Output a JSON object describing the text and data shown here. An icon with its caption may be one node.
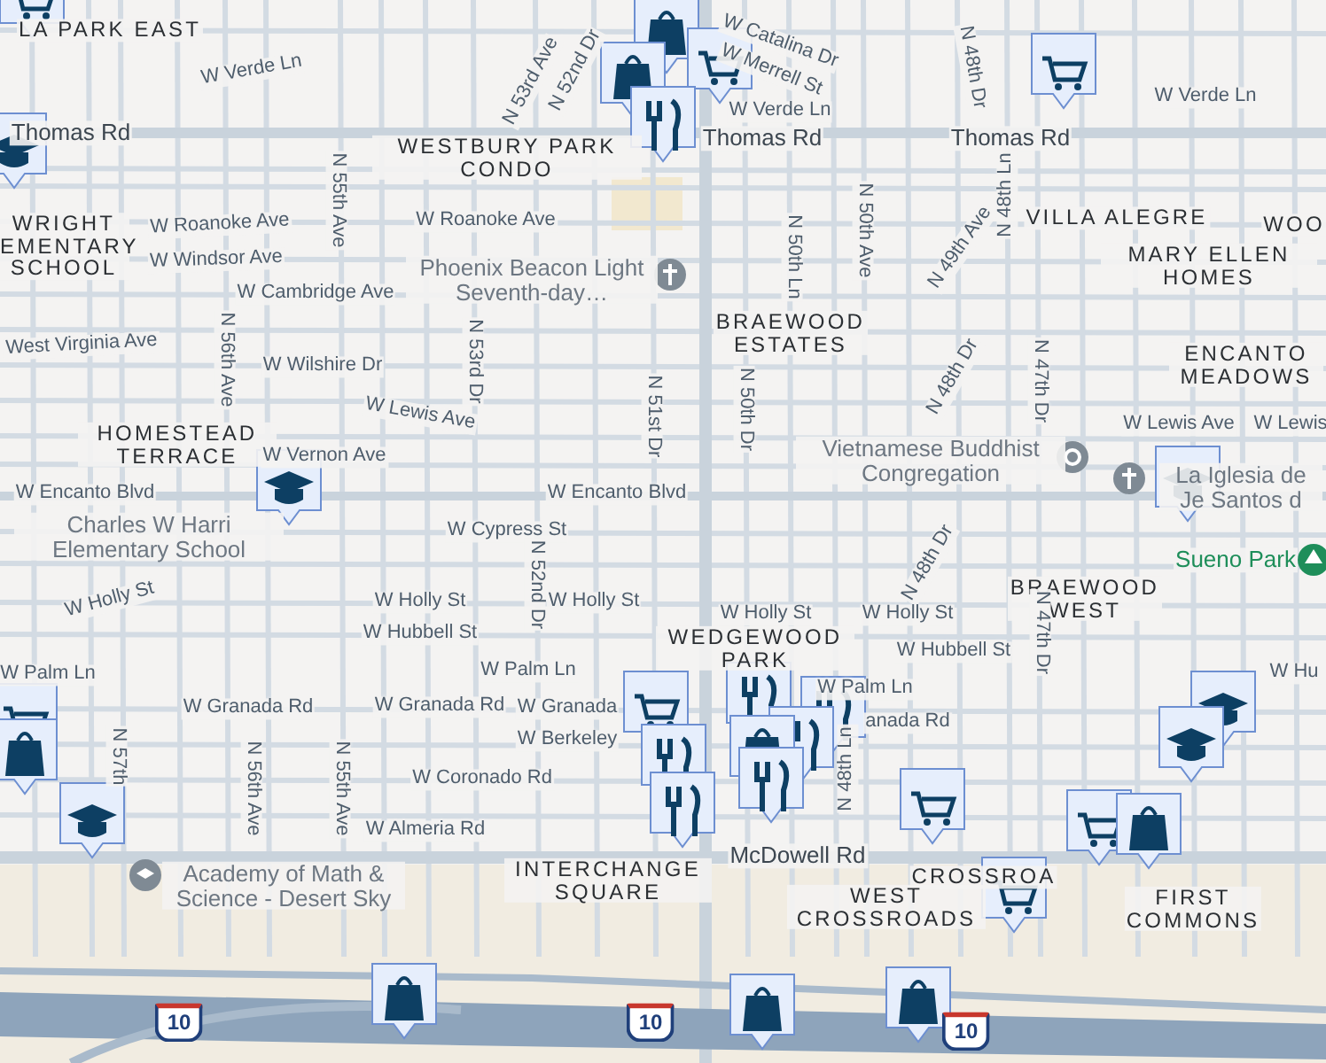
{
  "diagram": {
    "labels": [
      "LA PARK EAST",
      "N 53rd Ave",
      "N 52nd Dr",
      "W Catalina Dr",
      "W Merrell St",
      "N 48th Dr",
      "W Verde Ln",
      "W Verde Ln",
      "W Verde Ln",
      "Thomas Rd",
      "Thomas Rd",
      "Thomas Rd",
      "WESTBURY PARK CONDO",
      "N 55th Ave",
      "WRIGHT EMENTARY SCHOOL",
      "W Roanoke Ave",
      "W Roanoke Ave",
      "Phoenix Beacon Light Seventh-day…",
      "W Windsor Ave",
      "W Cambridge Ave",
      "N 50th Ln",
      "N 50th Ave",
      "N 49th Ave",
      "N 48th Ln",
      "VILLA ALEGRE",
      "WOO",
      "MARY ELLEN HOMES",
      "West Virginia Ave",
      "N 56th Ave",
      "W Wilshire Dr",
      "N 53rd Dr",
      "BRAEWOOD ESTATES",
      "N 48th Dr",
      "N 47th Dr",
      "ENCANTO MEADOWS",
      "N 50th Dr",
      "W Lewis Ave",
      "N 51st Dr",
      "W Lewis Ave",
      "W Lewis",
      "HOMESTEAD TERRACE",
      "W Vernon Ave",
      "Vietnamese Buddhist Congregation",
      "La Iglesia de Je Santos d",
      "W Encanto Blvd",
      "W Encanto Blvd",
      "Charles W Harri Elementary School",
      "W Cypress St",
      "Sueno Park",
      "W Holly St",
      "W Holly St",
      "W Holly St",
      "N 52nd Dr",
      "N 48th Dr",
      "BRAEWOOD WEST",
      "W Holly St",
      "W Holly St",
      "W Hubbell St",
      "WEDGEWOOD PARK",
      "W Hubbell St",
      "W Palm Ln",
      "W Palm Ln",
      "W Hu",
      "W Palm Ln",
      "W Granada Rd",
      "W Granada Rd",
      "W Granada",
      "anada Rd",
      "N 47th Dr",
      "W Berkeley",
      "N 57th",
      "W Coronado Rd",
      "N 56th Ave",
      "N 55th Ave",
      "N 48th Ln",
      "W Almeria Rd",
      "McDowell Rd",
      "Academy of Math & Science - Desert Sky",
      "CROSSROA",
      "INTERCHANGE SQUARE",
      "WEST CROSSROADS",
      "FIRST COMMONS",
      "10",
      "10",
      "10"
    ]
  }
}
